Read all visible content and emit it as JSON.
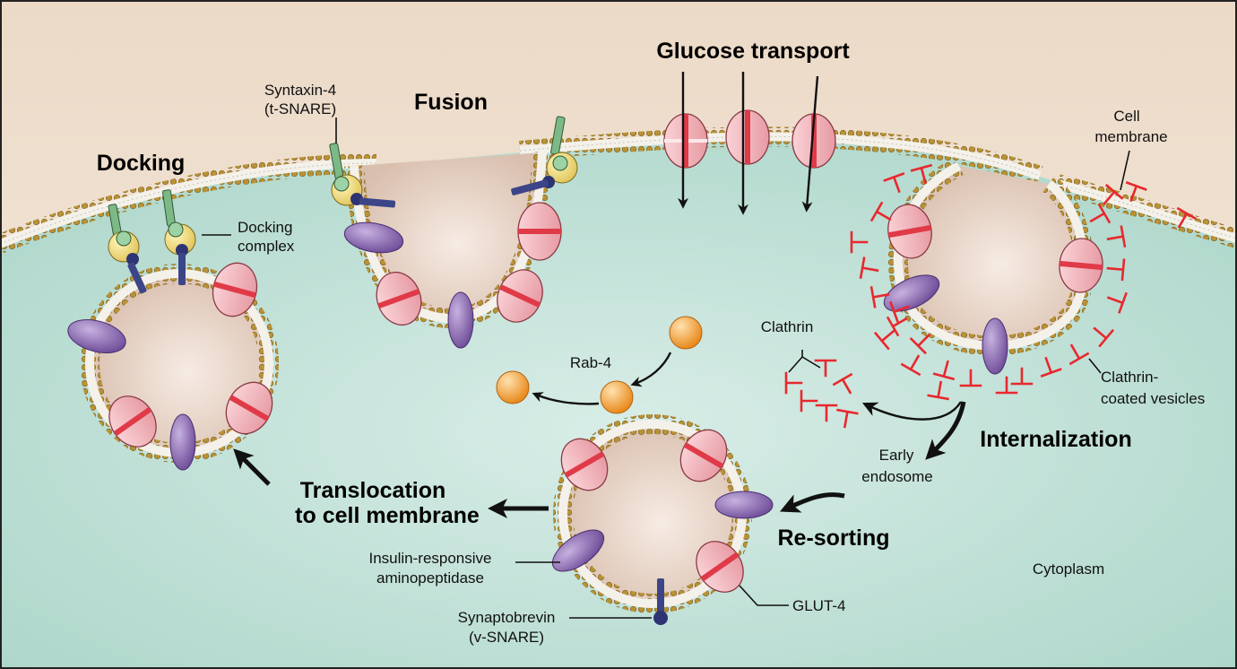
{
  "labels": {
    "glucose_transport": "Glucose transport",
    "fusion": "Fusion",
    "docking": "Docking",
    "syntaxin_line1": "Syntaxin-4",
    "syntaxin_line2": "(t-SNARE)",
    "docking_complex_line1": "Docking",
    "docking_complex_line2": "complex",
    "cell_membrane_line1": "Cell",
    "cell_membrane_line2": "membrane",
    "clathrin": "Clathrin",
    "clathrin_coated_line1": "Clathrin-",
    "clathrin_coated_line2": "coated vesicles",
    "internalization": "Internalization",
    "early_endosome_line1": "Early",
    "early_endosome_line2": "endosome",
    "rab4": "Rab-4",
    "translocation_line1": "Translocation",
    "translocation_line2": "to cell membrane",
    "resorting": "Re-sorting",
    "irap_line1": "Insulin-responsive",
    "irap_line2": "aminopeptidase",
    "glut4": "GLUT-4",
    "synaptobrevin_line1": "Synaptobrevin",
    "synaptobrevin_line2": "(v-SNARE)",
    "cytoplasm": "Cytoplasm"
  },
  "colors": {
    "extracellular": "#efe1d2",
    "cytoplasm": "#bfe0d6",
    "membrane_head": "#b8943a",
    "glut4": "#f4b6bd",
    "glut4_stripe": "#e03a48",
    "irap": "#8a69b0",
    "clathrin": "#e8282e",
    "rab4": "#f4a030"
  }
}
